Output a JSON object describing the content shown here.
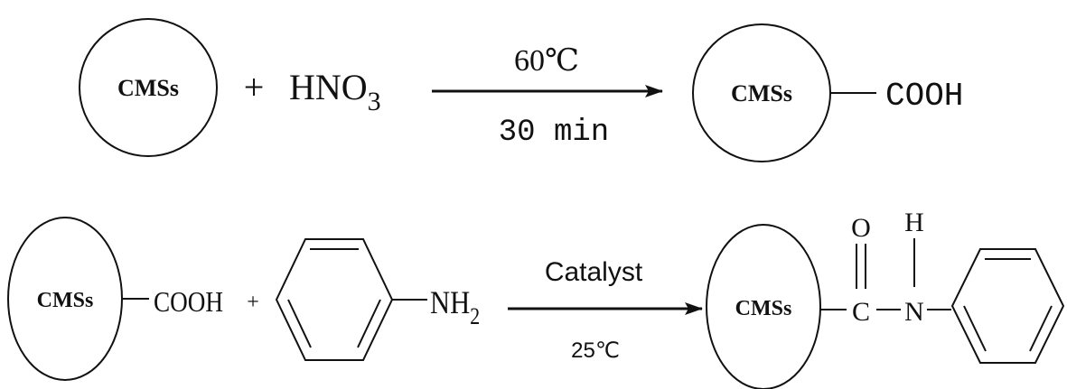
{
  "reaction_1": {
    "reactant_particle": "CMSs",
    "plus": "+",
    "reagent_main": "HNO",
    "reagent_sub": "3",
    "condition_temperature": "60℃",
    "condition_time": "30 min",
    "product_particle": "CMSs",
    "product_group": "COOH"
  },
  "reaction_2": {
    "reactant_particle": "CMSs",
    "reactant_group": "COOH",
    "plus": "+",
    "amine_main": "NH",
    "amine_sub": "2",
    "condition_catalyst": "Catalyst",
    "condition_temperature": "25℃",
    "product_particle": "CMSs",
    "product_carbon": "C",
    "product_oxygen": "O",
    "product_nitrogen": "N",
    "product_hydrogen": "H"
  },
  "colors": {
    "ink": "#111111",
    "background": "#ffffff"
  }
}
